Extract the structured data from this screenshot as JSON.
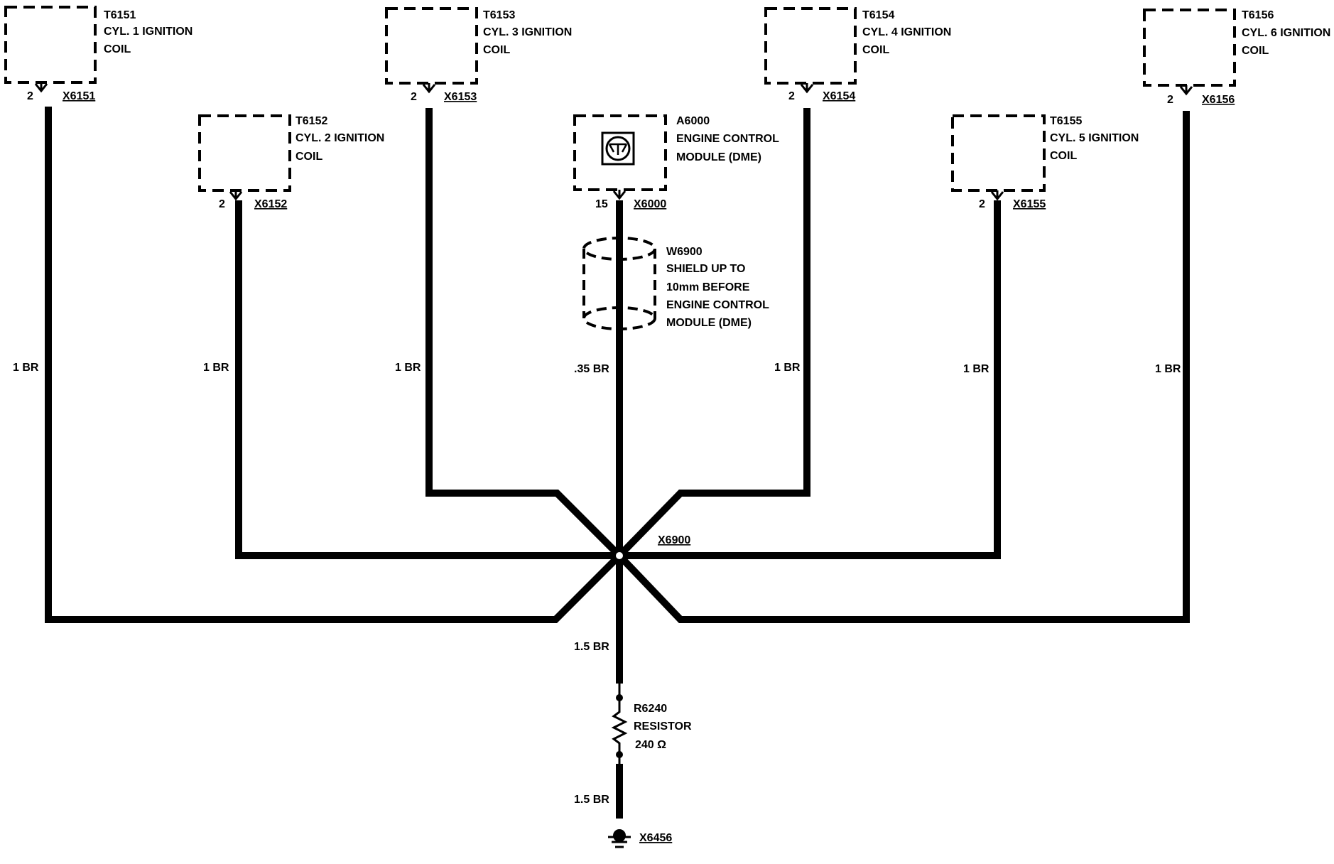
{
  "coils": [
    {
      "id": "T6151",
      "name": "CYL. 1 IGNITION",
      "name2": "COIL",
      "pin": "2",
      "connector": "X6151",
      "wire": "1 BR"
    },
    {
      "id": "T6152",
      "name": "CYL. 2 IGNITION",
      "name2": "COIL",
      "pin": "2",
      "connector": "X6152",
      "wire": "1 BR"
    },
    {
      "id": "T6153",
      "name": "CYL. 3 IGNITION",
      "name2": "COIL",
      "pin": "2",
      "connector": "X6153",
      "wire": "1 BR"
    },
    {
      "id": "T6154",
      "name": "CYL. 4 IGNITION",
      "name2": "COIL",
      "pin": "2",
      "connector": "X6154",
      "wire": "1 BR"
    },
    {
      "id": "T6155",
      "name": "CYL. 5 IGNITION",
      "name2": "COIL",
      "pin": "2",
      "connector": "X6155",
      "wire": "1 BR"
    },
    {
      "id": "T6156",
      "name": "CYL. 6 IGNITION",
      "name2": "COIL",
      "pin": "2",
      "connector": "X6156",
      "wire": "1 BR"
    }
  ],
  "ecm": {
    "id": "A6000",
    "line1": "ENGINE CONTROL",
    "line2": "MODULE (DME)",
    "pin": "15",
    "connector": "X6000",
    "wire": ".35 BR"
  },
  "shield": {
    "id": "W6900",
    "lines": [
      "SHIELD UP TO",
      "10mm BEFORE",
      "ENGINE CONTROL",
      "MODULE (DME)"
    ]
  },
  "splice": "X6900",
  "lower_wire_1": "1.5 BR",
  "lower_wire_2": "1.5 BR",
  "resistor": {
    "id": "R6240",
    "label": "RESISTOR",
    "value": "240 Ω"
  },
  "ground": "X6456"
}
